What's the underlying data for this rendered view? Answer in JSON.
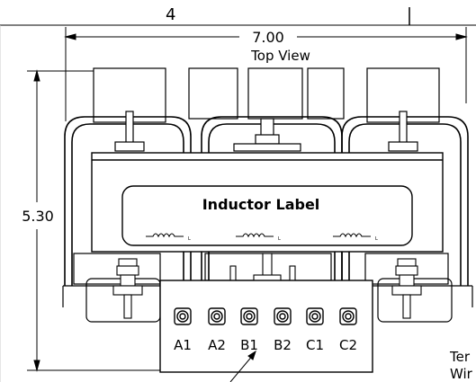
{
  "drawing": {
    "sheet_zone_number": "4",
    "overall_width": "7.00",
    "view_label": "Top View",
    "overall_height": "5.30",
    "label_text": "Inductor Label",
    "coil_marks": [
      "L",
      "L",
      "L"
    ],
    "terminals": [
      "A1",
      "A2",
      "B1",
      "B2",
      "C1",
      "C2"
    ],
    "side_note_line1": "Ter",
    "side_note_line2": "Wir"
  },
  "colors": {
    "line": "#000000",
    "background": "#ffffff",
    "frame": "#dddddd"
  }
}
